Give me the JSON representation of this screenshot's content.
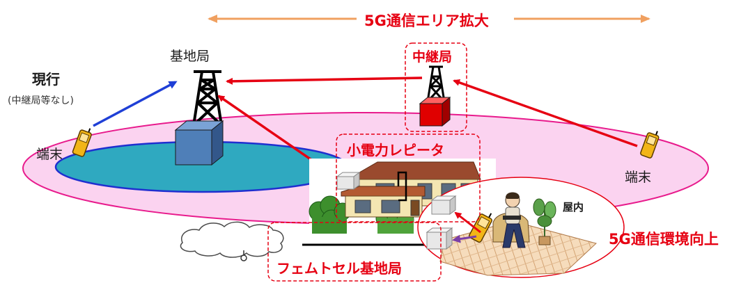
{
  "labels": {
    "expansion": "5G通信エリア拡大",
    "current_title": "現行",
    "current_sub": "(中継局等なし)",
    "base_station": "基地局",
    "relay_station": "中継局",
    "terminal_left": "端末",
    "terminal_right": "端末",
    "small_repeater": "小電力レピータ",
    "femtocell": "フェムトセル基地局",
    "indoor": "屋内",
    "improvement": "5G通信環境向上"
  },
  "colors": {
    "accent_red": "#e60012",
    "expansion_orange": "#f0a060",
    "link_blue": "#1f3fd6",
    "link_purple": "#7b3fa8",
    "outer_area": "#fbd3f0",
    "inner_area": "#2fa9c0",
    "base_box": "#4f7fb8",
    "relay_box": "#e00000"
  },
  "icons": {
    "base_tower": "lattice-tower-icon",
    "relay_tower": "lattice-tower-icon",
    "terminal": "mobile-phone-icon",
    "house": "house-icon",
    "person": "seated-person-icon",
    "repeater": "repeater-box-icon",
    "femto": "femtocell-box-icon",
    "cloud": "cloud-icon"
  }
}
